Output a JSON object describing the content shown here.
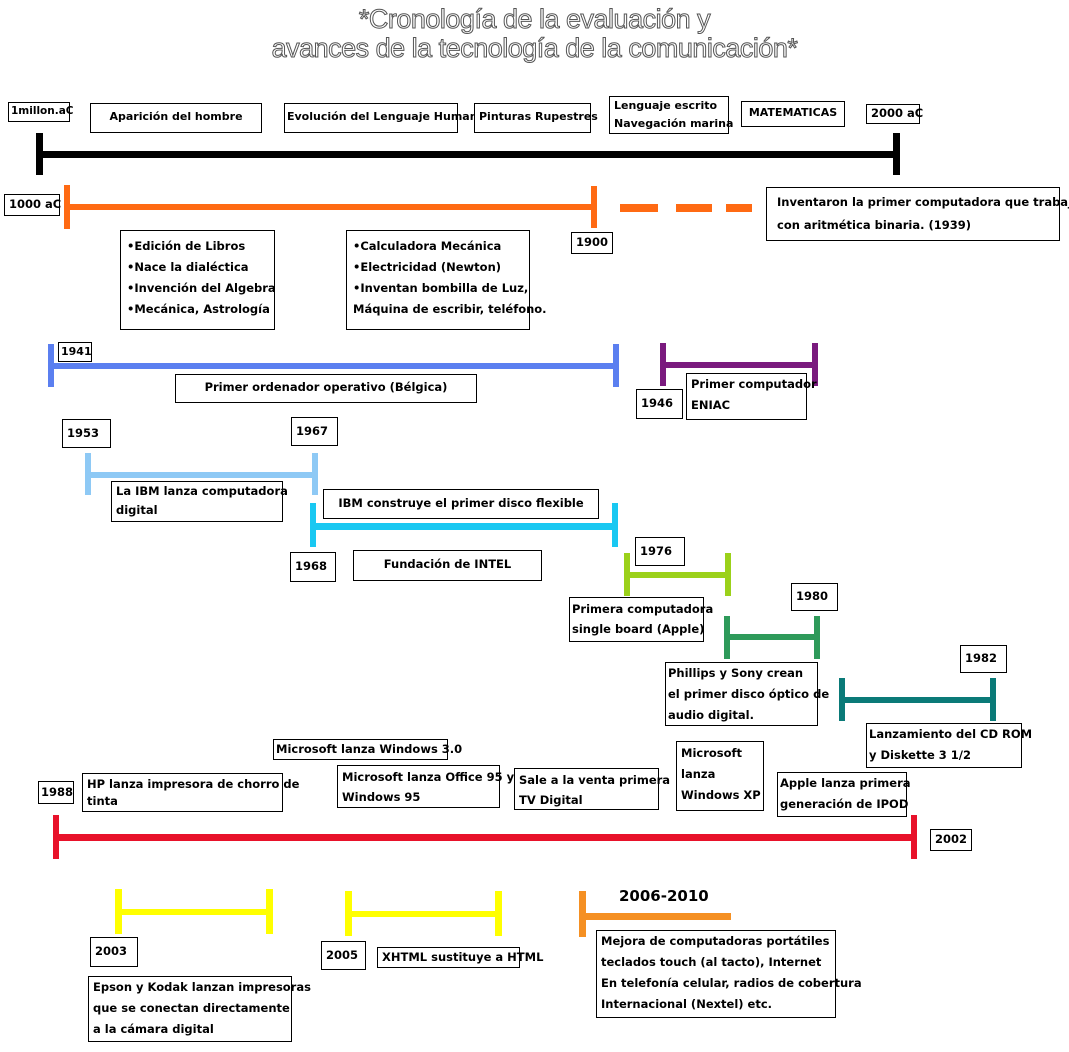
{
  "title": {
    "line1": "*Cronología de la evaluación y",
    "line2": "avances de la tecnología de la comunicación*"
  },
  "colors": {
    "black": "#000000",
    "orange": "#ff6a13",
    "blue": "#5b7ff0",
    "purple": "#7a1a7e",
    "light_blue": "#8ec9f5",
    "cyan": "#19c8f2",
    "lime": "#9bd11a",
    "green": "#2e9a5a",
    "teal": "#0a7a78",
    "red": "#e8122a",
    "yellow": "#ffff00",
    "orange2": "#f59023"
  },
  "timeline1": {
    "start": "1millon.aC",
    "end": "2000 aC",
    "events": [
      "Aparición del hombre",
      "Evolución del Lenguaje Humano",
      "Pinturas Rupestres",
      "Lenguaje escrito",
      "Navegación marina",
      "MATEMATICAS"
    ]
  },
  "timeline2": {
    "start": "1000 aC",
    "end": "1900",
    "computer_note": [
      "Inventaron la primer computadora que trabaja",
      "con aritmética binaria. (1939)"
    ],
    "list1": [
      "•Edición de Libros",
      "•Nace la dialéctica",
      "•Invención del Algebra",
      "•Mecánica, Astrología"
    ],
    "list2": [
      "•Calculadora Mecánica",
      "•Electricidad (Newton)",
      "•Inventan bombilla de Luz,",
      "Máquina de escribir, teléfono."
    ]
  },
  "timeline3": {
    "year": "1941",
    "event": "Primer ordenador operativo (Bélgica)"
  },
  "timeline4": {
    "year": "1946",
    "event": [
      "Primer computador",
      "ENIAC"
    ]
  },
  "timeline5": {
    "start": "1953",
    "end": "1967",
    "event": [
      "La IBM lanza computadora",
      "digital"
    ]
  },
  "timeline6": {
    "year": "1968",
    "event1": "IBM construye el primer disco flexible",
    "event2": "Fundación de INTEL"
  },
  "timeline7": {
    "year": "1976",
    "event": [
      "Primera computadora",
      "single board (Apple)"
    ]
  },
  "timeline8": {
    "year": "1980",
    "event": [
      "Phillips y Sony crean",
      "el primer disco óptico de",
      "audio digital."
    ]
  },
  "timeline9": {
    "year": "1982",
    "event": [
      "Lanzamiento del CD ROM",
      "y Diskette 3 1/2"
    ]
  },
  "timeline10": {
    "start": "1988",
    "end": "2002",
    "windows30": "Microsoft lanza Windows 3.0",
    "hp": [
      "HP lanza impresora de chorro de",
      "tinta"
    ],
    "office95": [
      "Microsoft lanza Office 95 y",
      "Windows 95"
    ],
    "tv": [
      "Sale a la venta primera",
      "TV Digital"
    ],
    "xp": [
      "Microsoft",
      "lanza",
      "Windows XP"
    ],
    "ipod": [
      "Apple lanza primera",
      "generación de IPOD"
    ]
  },
  "timeline11": {
    "year": "2003",
    "event": [
      "Epson y Kodak lanzan impresoras",
      "que se conectan directamente",
      "a la cámara digital"
    ]
  },
  "timeline12": {
    "year": "2005",
    "event": "XHTML sustituye a HTML"
  },
  "timeline13": {
    "range": "2006-2010",
    "event": [
      "Mejora de computadoras portátiles",
      "teclados touch (al tacto), Internet",
      "En telefonía celular, radios de cobertura",
      "Internacional (Nextel) etc."
    ]
  }
}
